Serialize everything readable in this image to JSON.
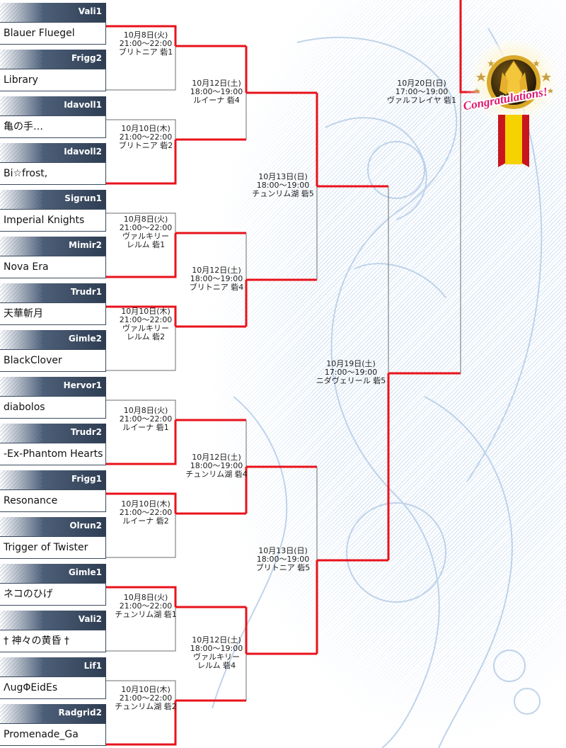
{
  "colors": {
    "win_line": "#e8121b",
    "lose_line": "#6e6e6e",
    "header_bg": "#34445a"
  },
  "trophy": {
    "banner_text": "Congratulations!"
  },
  "teams": [
    {
      "server": "Vali1",
      "name": "Blauer Fluegel"
    },
    {
      "server": "Frigg2",
      "name": "Library"
    },
    {
      "server": "Idavoll1",
      "name": "亀の手…"
    },
    {
      "server": "Idavoll2",
      "name": "Bi☆frost,"
    },
    {
      "server": "Sigrun1",
      "name": "Imperial Knights"
    },
    {
      "server": "Mimir2",
      "name": "Nova Era"
    },
    {
      "server": "Trudr1",
      "name": "天華斬月"
    },
    {
      "server": "Gimle2",
      "name": "BlackClover"
    },
    {
      "server": "Hervor1",
      "name": "diabolos"
    },
    {
      "server": "Trudr2",
      "name": "-Ex-Phantom Hearts"
    },
    {
      "server": "Frigg1",
      "name": "Resonance"
    },
    {
      "server": "Olrun2",
      "name": "Trigger of Twister"
    },
    {
      "server": "Gimle1",
      "name": "ネコのひげ"
    },
    {
      "server": "Vali2",
      "name": "† 神々の黄昏 †"
    },
    {
      "server": "Lif1",
      "name": "ΛugΦEidEs"
    },
    {
      "server": "Radgrid2",
      "name": "Promenade_Ga"
    }
  ],
  "round1": [
    {
      "date": "10月8日(火)",
      "time": "21:00～22:00",
      "place": [
        "ブリトニア 砦1"
      ]
    },
    {
      "date": "10月10日(木)",
      "time": "21:00～22:00",
      "place": [
        "ブリトニア 砦2"
      ]
    },
    {
      "date": "10月8日(火)",
      "time": "21:00～22:00",
      "place": [
        "ヴァルキリー",
        "レルム 砦1"
      ]
    },
    {
      "date": "10月10日(木)",
      "time": "21:00～22:00",
      "place": [
        "ヴァルキリー",
        "レルム 砦2"
      ]
    },
    {
      "date": "10月8日(火)",
      "time": "21:00～22:00",
      "place": [
        "ルイーナ 砦1"
      ]
    },
    {
      "date": "10月10日(木)",
      "time": "21:00～22:00",
      "place": [
        "ルイーナ 砦2"
      ]
    },
    {
      "date": "10月8日(火)",
      "time": "21:00～22:00",
      "place": [
        "チュンリム湖 砦1"
      ]
    },
    {
      "date": "10月10日(木)",
      "time": "21:00～22:00",
      "place": [
        "チュンリム湖 砦2"
      ]
    }
  ],
  "round2": [
    {
      "date": "10月12日(土)",
      "time": "18:00～19:00",
      "place": [
        "ルイーナ 砦4"
      ]
    },
    {
      "date": "10月12日(土)",
      "time": "18:00～19:00",
      "place": [
        "ブリトニア 砦4"
      ]
    },
    {
      "date": "10月12日(土)",
      "time": "18:00～19:00",
      "place": [
        "チュンリム湖 砦4"
      ]
    },
    {
      "date": "10月12日(土)",
      "time": "18:00～19:00",
      "place": [
        "ヴァルキリー",
        "レルム 砦4"
      ]
    }
  ],
  "round3": [
    {
      "date": "10月13日(日)",
      "time": "18:00～19:00",
      "place": [
        "チュンリム湖 砦5"
      ]
    },
    {
      "date": "10月13日(日)",
      "time": "18:00～19:00",
      "place": [
        "ブリトニア 砦5"
      ]
    }
  ],
  "semifinal": {
    "date": "10月19日(土)",
    "time": "17:00～19:00",
    "place": [
      "ニダヴェリール 砦5"
    ]
  },
  "final": {
    "date": "10月20日(日)",
    "time": "17:00～19:00",
    "place": [
      "ヴァルフレイヤ 砦1"
    ]
  }
}
